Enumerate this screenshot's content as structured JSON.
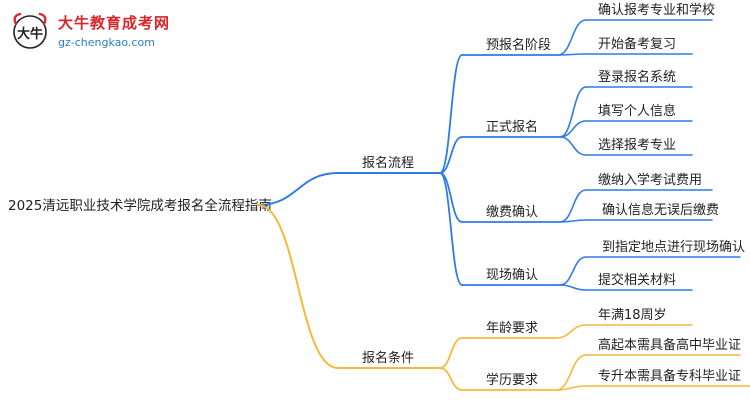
{
  "watermark": {
    "brand": "大牛教育成考网",
    "url": "gz-chengkao.com",
    "logo_glyphs": "大牛"
  },
  "colors": {
    "branch_blue": "#2f7be8",
    "branch_orange": "#f6b93b",
    "brand_red": "#d8262b",
    "url_blue": "#2a7fc1"
  },
  "mindmap": {
    "root": "2025清远职业技术学院成考报名全流程指南",
    "branches": [
      {
        "label": "报名流程",
        "color": "blue",
        "children": [
          {
            "label": "预报名阶段",
            "children": [
              "确认报考专业和学校",
              "开始备考复习"
            ]
          },
          {
            "label": "正式报名",
            "children": [
              "登录报名系统",
              "填写个人信息",
              "选择报考专业"
            ]
          },
          {
            "label": "缴费确认",
            "children": [
              "缴纳入学考试费用",
              "确认信息无误后缴费"
            ]
          },
          {
            "label": "现场确认",
            "children": [
              "到指定地点进行现场确认",
              "提交相关材料"
            ]
          }
        ]
      },
      {
        "label": "报名条件",
        "color": "orange",
        "children": [
          {
            "label": "年龄要求",
            "children": [
              "年满18周岁"
            ]
          },
          {
            "label": "学历要求",
            "children": [
              "高起本需具备高中毕业证",
              "专升本需具备专科毕业证"
            ]
          }
        ]
      }
    ]
  }
}
